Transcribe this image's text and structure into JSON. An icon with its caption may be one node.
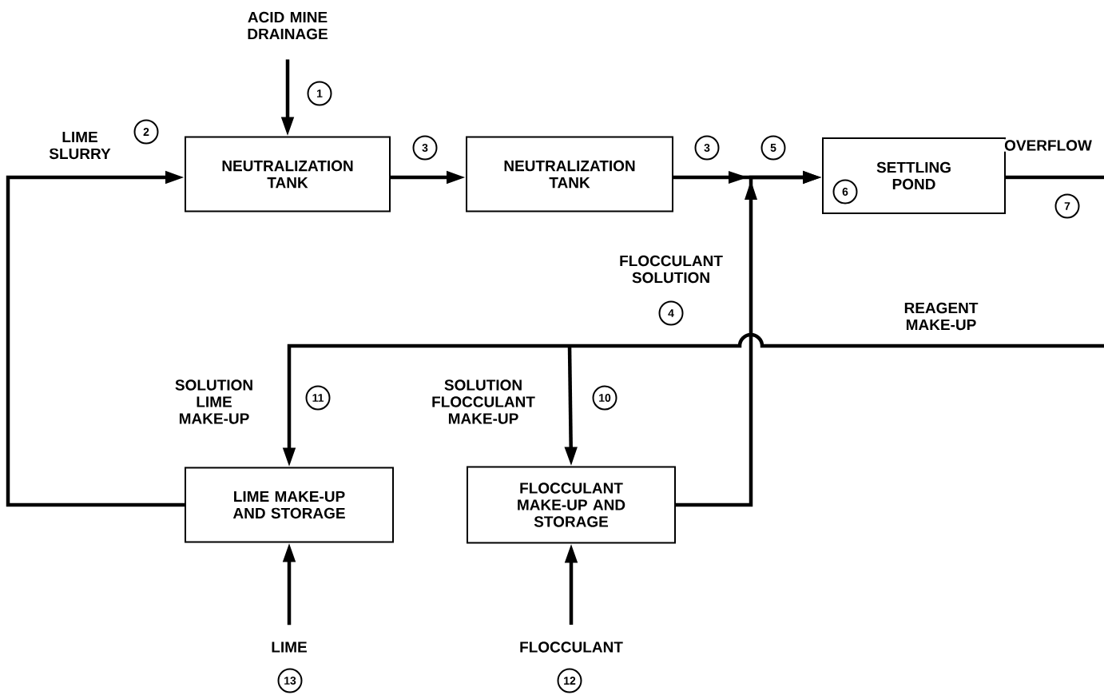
{
  "diagram": {
    "nodes": [
      {
        "text": [
          "ACID MINE DRAINAGE"
        ]
      },
      {
        "text": [
          "NEUTRALIZATION TANK"
        ]
      },
      {
        "text": [
          "NEUTRALIZATION TANK"
        ]
      },
      {
        "text": [
          "SETTLING POND"
        ]
      },
      {
        "text": [
          "LIME MAKE-UP AND STORAGE"
        ]
      },
      {
        "text": [
          "FLOCCULANT MAKE-UP AND STORAGE"
        ]
      },
      {
        "text": [
          "LIME"
        ]
      },
      {
        "text": [
          "FLOCCULANT"
        ]
      }
    ],
    "edges": [
      {
        "from": 0,
        "to": 1,
        "arrow": "to"
      },
      {
        "from": 4,
        "to": 1,
        "arrow": "to",
        "label": "LIME SLURRY"
      },
      {
        "from": 1,
        "to": 2,
        "arrow": "to"
      },
      {
        "from": 2,
        "to": 3,
        "arrow": "to"
      },
      {
        "from": 5,
        "to": 3,
        "arrow": "to",
        "label": "FLOCCULANT SOLUTION"
      },
      {
        "from": 3,
        "to": null,
        "arrow": "none",
        "label": "OVERFLOW"
      },
      {
        "from": null,
        "to": 4,
        "arrow": "to",
        "label": "SOLUTION LIME MAKE-UP"
      },
      {
        "from": null,
        "to": 5,
        "arrow": "to",
        "label": "SOLUTION FLOCCULANT MAKE-UP"
      },
      {
        "from": 6,
        "to": 4,
        "arrow": "to"
      },
      {
        "from": 7,
        "to": 5,
        "arrow": "to"
      }
    ],
    "labels": [
      "1",
      "2",
      "3",
      "3",
      "5",
      "6",
      "7",
      "4",
      "REAGENT MAKE-UP",
      "11",
      "10",
      "13",
      "12"
    ]
  }
}
